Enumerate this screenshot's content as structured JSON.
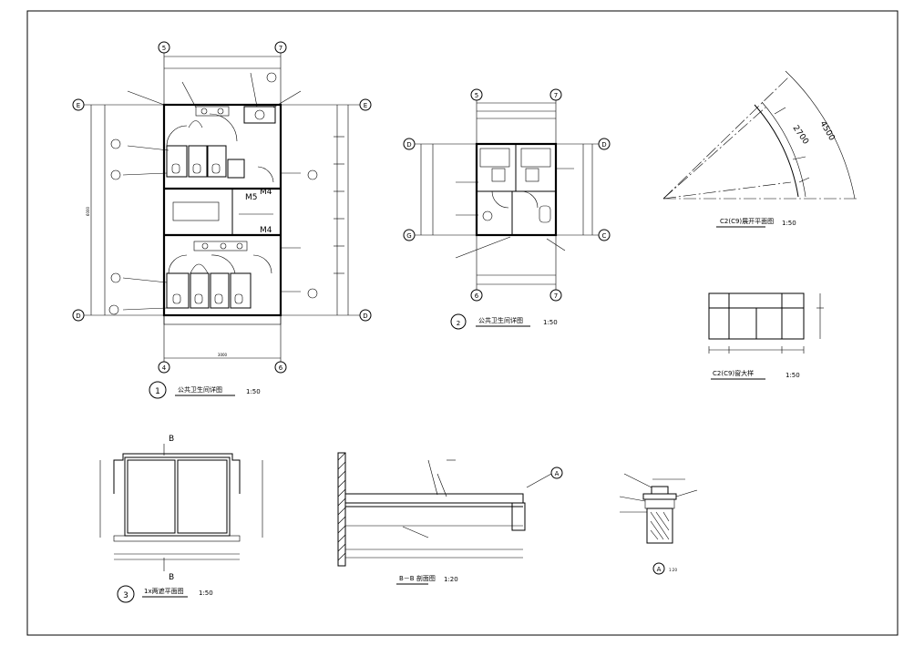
{
  "drawing_sheet": {
    "views": [
      {
        "number": "1",
        "title": "公共卫生间详图",
        "scale": "1:50"
      },
      {
        "number": "2",
        "title": "公共卫生间详图",
        "scale": "1:50"
      },
      {
        "number": "3",
        "title": "1ⅹ两遮平面图",
        "scale": "1:50"
      },
      {
        "number": "",
        "title": "B－B 剖面图",
        "scale": "1:20"
      },
      {
        "number": "",
        "title": "C2(C9)展开平面图",
        "scale": "1:50"
      },
      {
        "number": "",
        "title": "C2(C9)窗大样",
        "scale": "1:50"
      },
      {
        "number": "A",
        "title": "",
        "scale": "1:20"
      }
    ],
    "plan1": {
      "axes": {
        "top_left": "5",
        "top_right": "7",
        "bottom_left": "4",
        "bottom_right": "6",
        "left_top": "E",
        "left_bottom": "D",
        "right_top": "E",
        "right_bottom": "D"
      },
      "room_labels": [
        "M5",
        "M4",
        "M4"
      ],
      "overall_width": "3000",
      "overall_depth": "6000"
    },
    "plan2": {
      "axes": {
        "top_left": "5",
        "top_right": "7",
        "bottom_left": "6",
        "bottom_right": "7",
        "left_top": "D",
        "left_bottom": "G",
        "right_top": "D",
        "right_bottom": "C"
      }
    },
    "section_bb": {
      "cut_label": "B",
      "callout": "A"
    },
    "curve_elev": {
      "dim_outer": "4500",
      "dim_inner": "2700"
    }
  }
}
